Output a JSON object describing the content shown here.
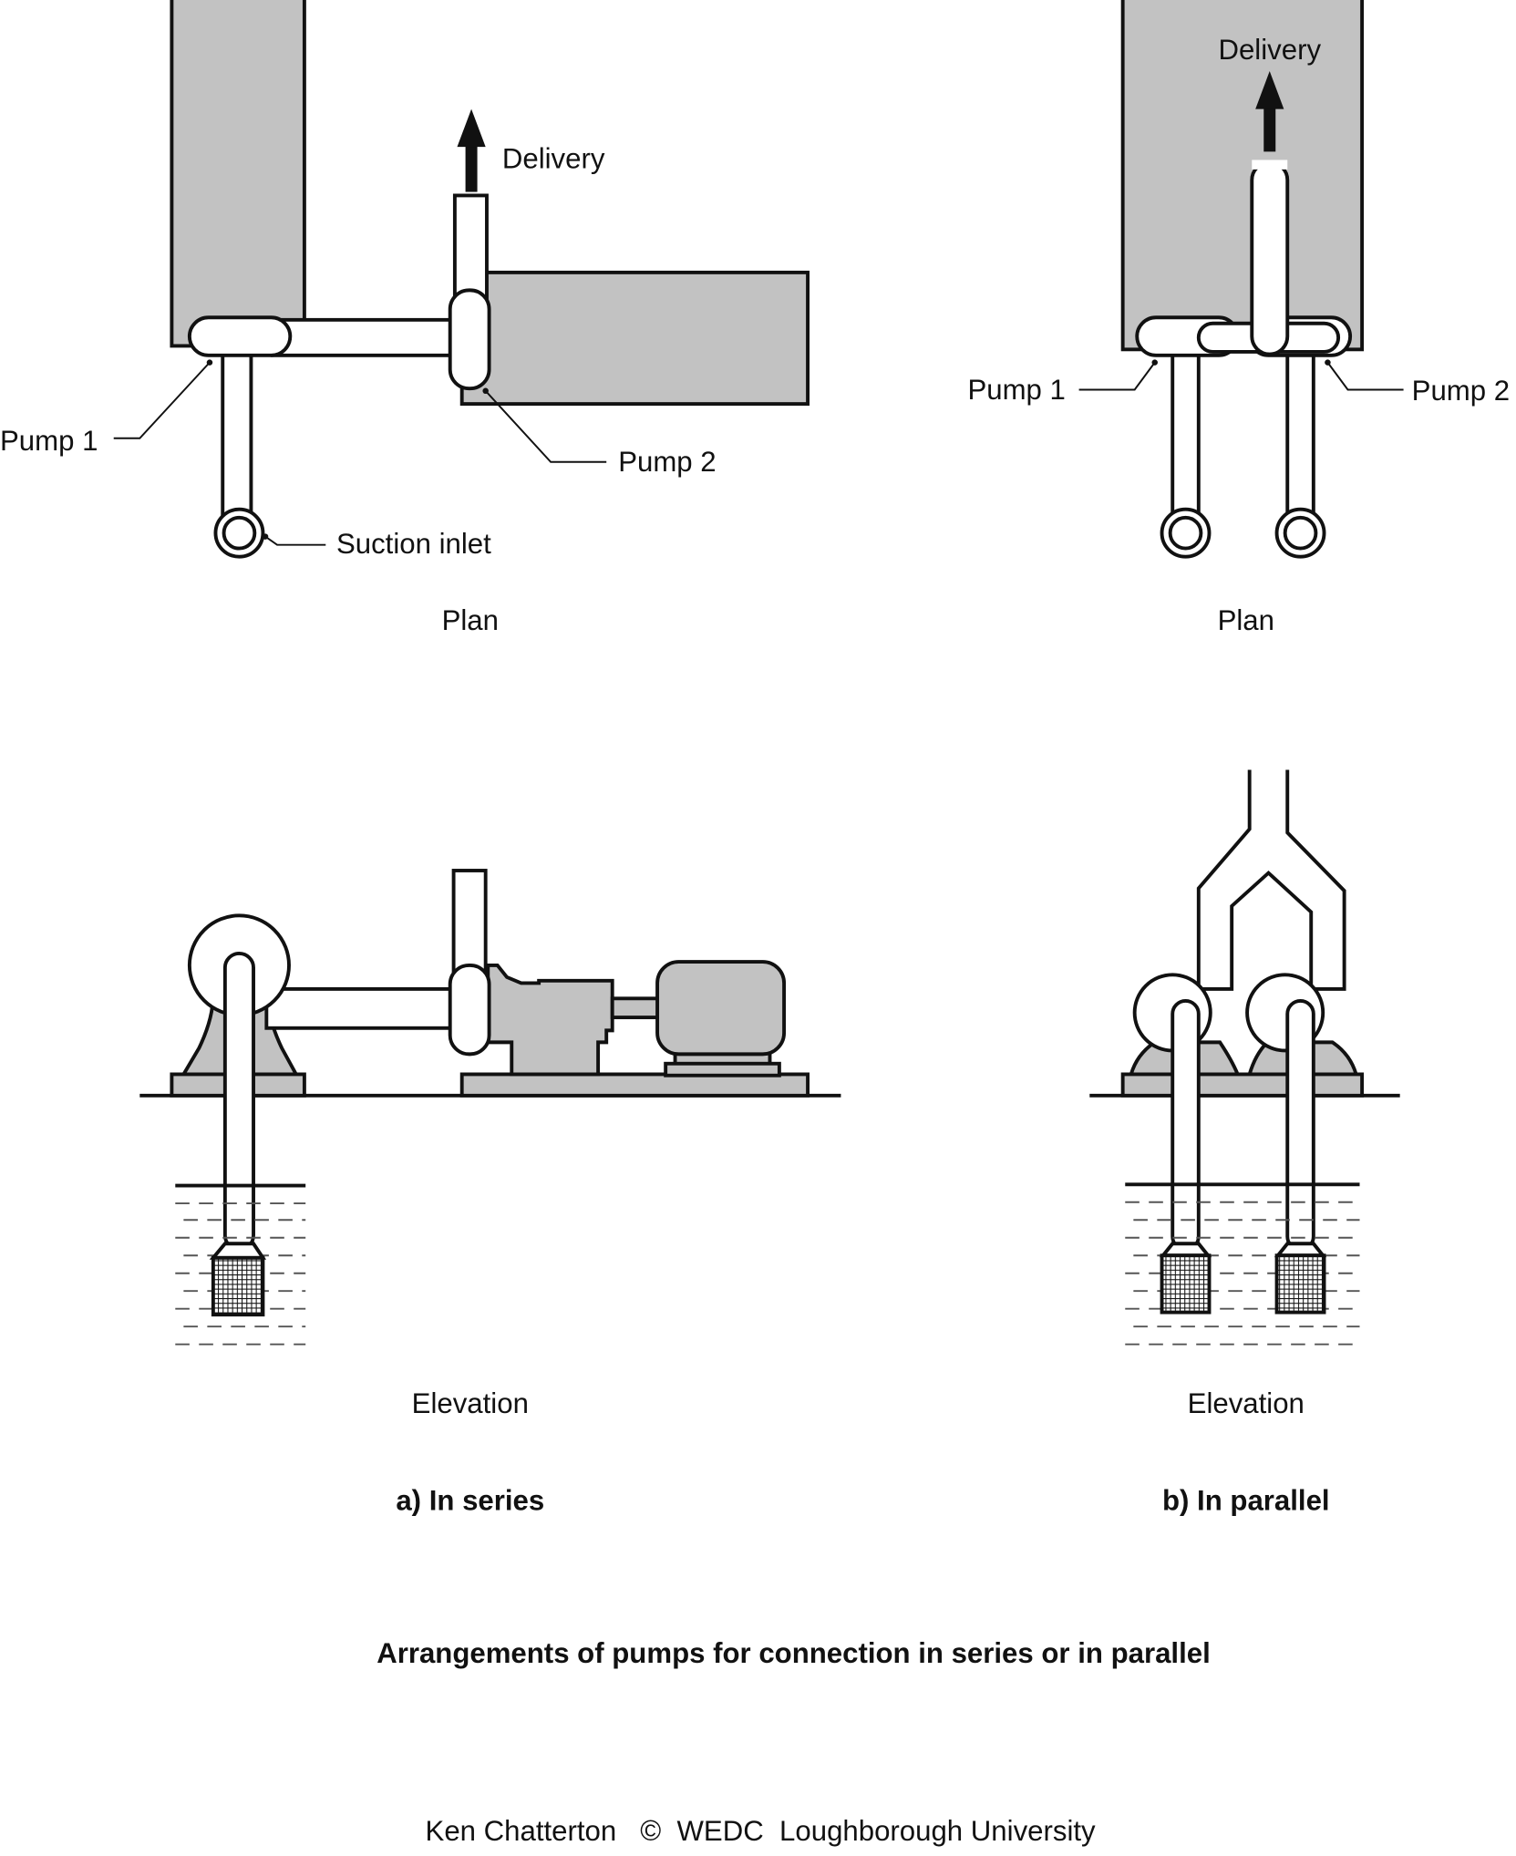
{
  "series": {
    "delivery": "Delivery",
    "pump1": "Pump 1",
    "pump2": "Pump 2",
    "suction": "Suction inlet",
    "plan": "Plan",
    "elevation": "Elevation",
    "caption": "a) In series"
  },
  "parallel": {
    "delivery": "Delivery",
    "pump1": "Pump 1",
    "pump2": "Pump 2",
    "plan": "Plan",
    "elevation": "Elevation",
    "caption": "b) In parallel"
  },
  "title": "Arrangements of pumps for connection in series or in parallel",
  "credit": "Ken Chatterton   ©  WEDC  Loughborough University"
}
